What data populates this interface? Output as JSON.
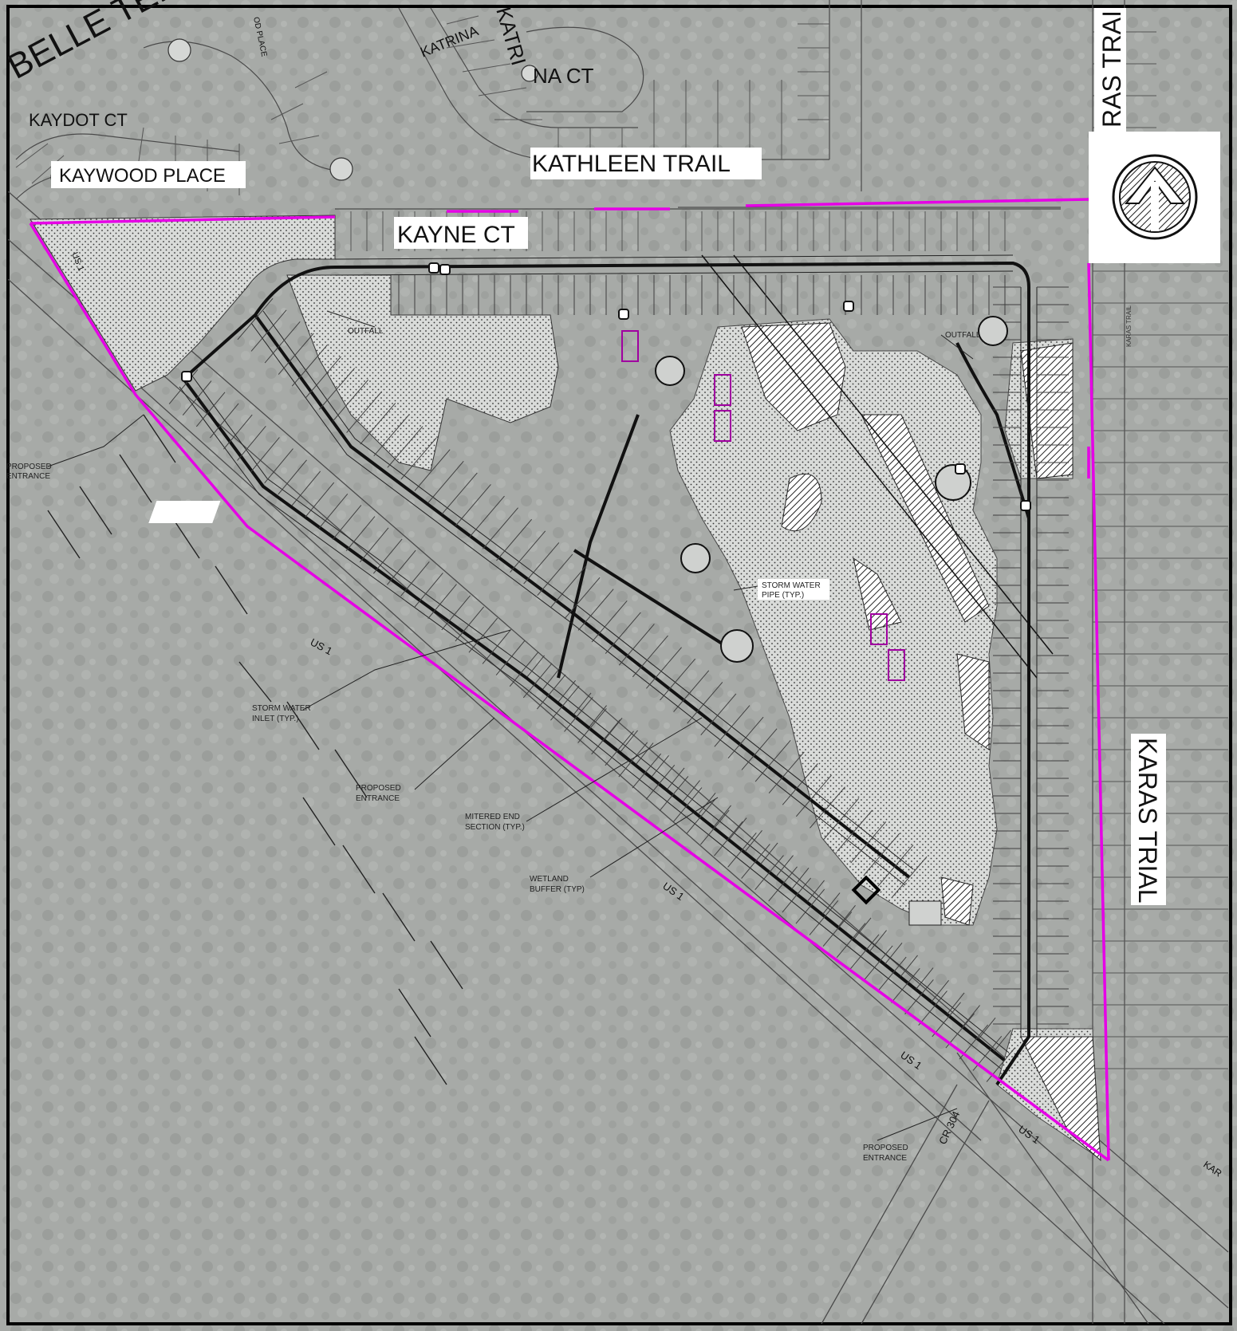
{
  "colors": {
    "background": "#a9aca9",
    "parcel_line": "#4a4a4a",
    "boundary": "#e600e6",
    "road": "#111111",
    "wetland_hatch": "#d6d8d6",
    "dark_wetland": "#3a3a3a",
    "pond_fill": "#c9cbc9"
  },
  "streets": {
    "belle_terrace": "BELLE TER",
    "wood_place": "OD PLACE",
    "katrina": "KATRINA",
    "katrina2": "KATRI",
    "na_ct": "NA CT",
    "kaydot_ct": "KAYDOT CT",
    "kaywood_place": "KAYWOOD PLACE",
    "kathleen_trail": "KATHLEEN TRAIL",
    "kayne_ct": "KAYNE CT",
    "karas_trial_top": "RAS TRAI",
    "karas_trial": "KARAS TRIAL",
    "karas_small": "KARAS TRAIL",
    "kara_corner": "KAR",
    "us1_a": "US 1",
    "us1_b": "US 1",
    "us1_c": "US 1",
    "us1_d": "US 1",
    "us1_e": "US 1",
    "cr304": "CR 304"
  },
  "notes": {
    "outfall_1": "OUTFALL",
    "outfall_2": "OUTFALL",
    "entrance_w_1": "PROPOSED",
    "entrance_w_2": "ENTRANCE",
    "entrance_c_1": "PROPOSED",
    "entrance_c_2": "ENTRANCE",
    "entrance_s_1": "PROPOSED",
    "entrance_s_2": "ENTRANCE",
    "inlet_1": "STORM WATER",
    "inlet_2": "INLET (TYP.)",
    "pipe_1": "STORM WATER",
    "pipe_2": "PIPE (TYP.)",
    "mitered_1": "MITERED END",
    "mitered_2": "SECTION (TYP.)",
    "wetland_1": "WETLAND",
    "wetland_2": "BUFFER (TYP)"
  },
  "north_arrow": {
    "icon": "north-arrow-icon"
  }
}
